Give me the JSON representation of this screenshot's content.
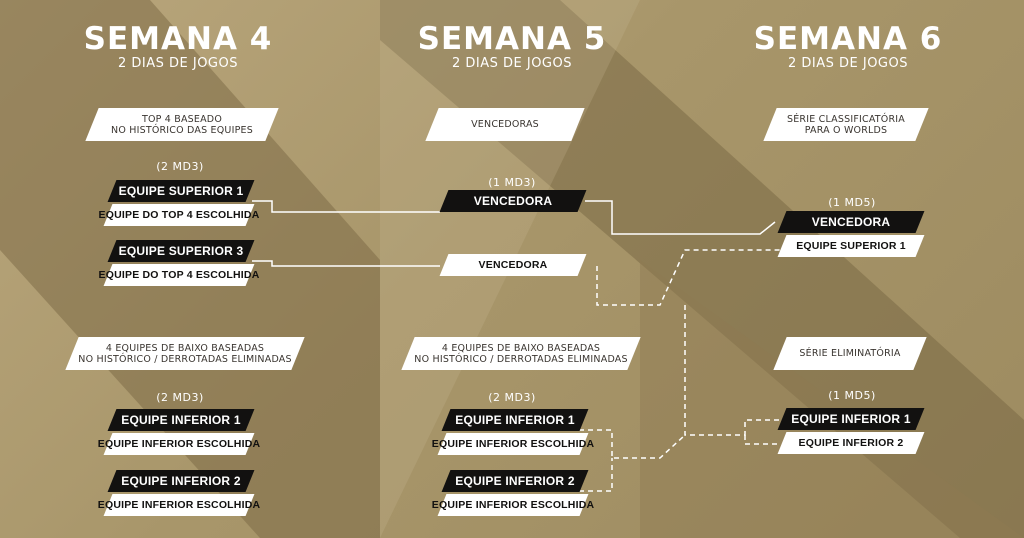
{
  "columns": [
    {
      "title": "SEMANA 4",
      "subtitle": "2 DIAS DE JOGOS"
    },
    {
      "title": "SEMANA 5",
      "subtitle": "2 DIAS DE JOGOS"
    },
    {
      "title": "SEMANA 6",
      "subtitle": "2 DIAS DE JOGOS"
    }
  ],
  "week4": {
    "upper_note": "TOP 4 BASEADO\nNO HISTÓRICO DAS EQUIPES",
    "upper_format": "(2 MD3)",
    "match1": {
      "top": "EQUIPE SUPERIOR 1",
      "bottom": "EQUIPE DO TOP 4 ESCOLHIDA"
    },
    "match2": {
      "top": "EQUIPE SUPERIOR 3",
      "bottom": "EQUIPE DO TOP 4 ESCOLHIDA"
    },
    "lower_note": "4 EQUIPES DE BAIXO BASEADAS\nNO HISTÓRICO / DERROTADAS ELIMINADAS",
    "lower_format": "(2 MD3)",
    "match3": {
      "top": "EQUIPE INFERIOR 1",
      "bottom": "EQUIPE INFERIOR ESCOLHIDA"
    },
    "match4": {
      "top": "EQUIPE INFERIOR 2",
      "bottom": "EQUIPE INFERIOR ESCOLHIDA"
    }
  },
  "week5": {
    "upper_note": "VENCEDORAS",
    "upper_format": "(1 MD3)",
    "match1": {
      "top": "VENCEDORA",
      "bottom": "VENCEDORA"
    },
    "lower_note": "4 EQUIPES DE BAIXO BASEADAS\nNO HISTÓRICO / DERROTADAS ELIMINADAS",
    "lower_format": "(2 MD3)",
    "match2": {
      "top": "EQUIPE INFERIOR 1",
      "bottom": "EQUIPE INFERIOR ESCOLHIDA"
    },
    "match3": {
      "top": "EQUIPE INFERIOR 2",
      "bottom": "EQUIPE INFERIOR ESCOLHIDA"
    }
  },
  "week6": {
    "upper_note": "SÉRIE CLASSIFICATÓRIA\nPARA O WORLDS",
    "upper_format": "(1 MD5)",
    "match1": {
      "top": "VENCEDORA",
      "bottom": "EQUIPE SUPERIOR 1"
    },
    "lower_note": "SÉRIE ELIMINATÓRIA",
    "lower_format": "(1 MD5)",
    "match2": {
      "top": "EQUIPE INFERIOR 1",
      "bottom": "EQUIPE INFERIOR 2"
    }
  },
  "colors": {
    "background": "#a8966a",
    "dark_slot": "#121110",
    "light_slot": "#ffffff",
    "lines": "#ffffff"
  }
}
